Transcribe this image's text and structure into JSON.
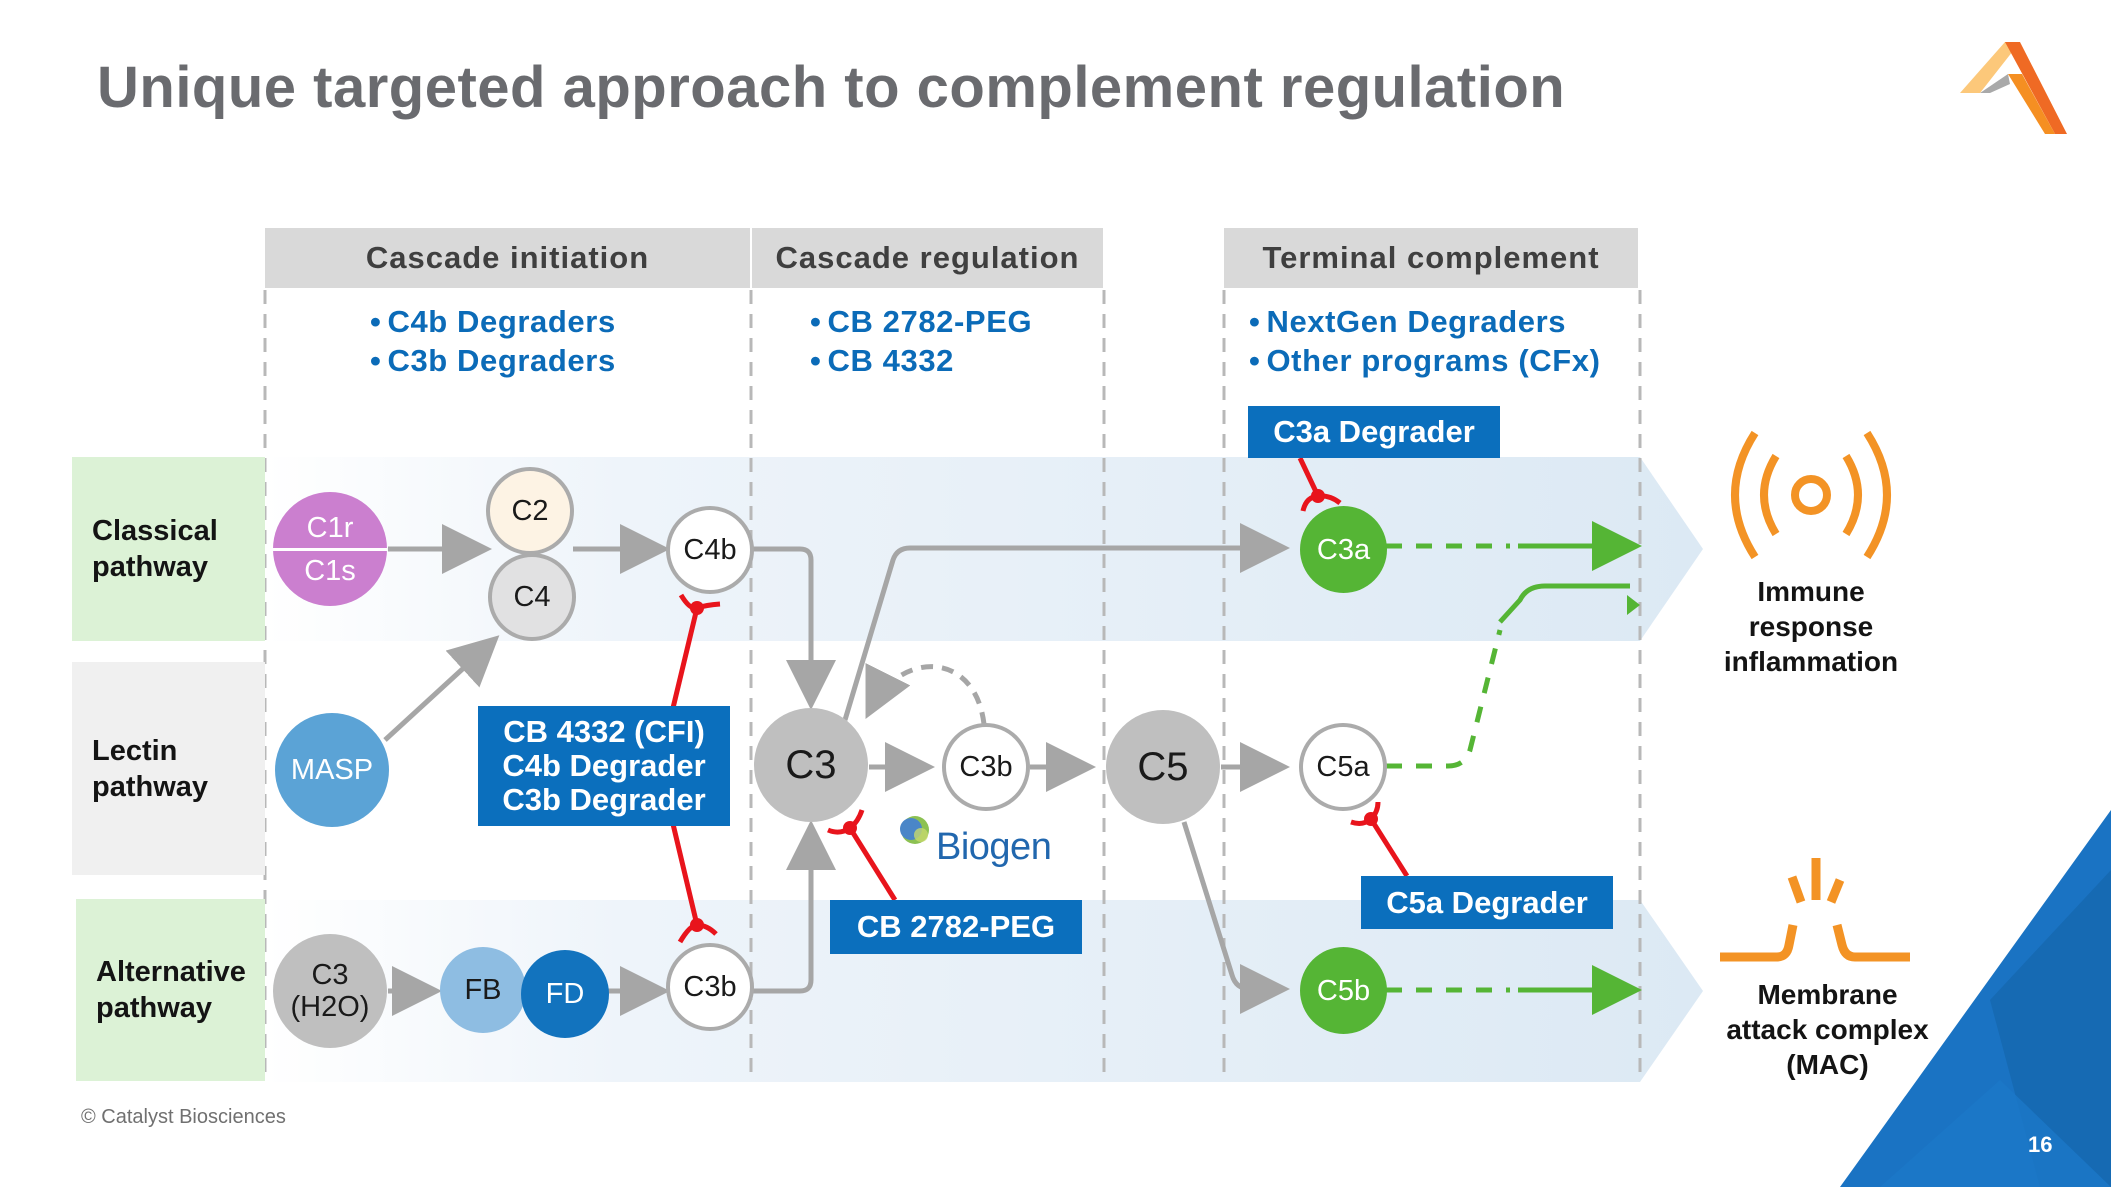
{
  "title": "Unique targeted approach to complement regulation",
  "columns": [
    {
      "header": "Cascade initiation",
      "bullets": [
        "C4b Degraders",
        "C3b Degraders"
      ]
    },
    {
      "header": "Cascade regulation",
      "bullets": [
        "CB 2782-PEG",
        "CB 4332"
      ]
    },
    {
      "header": "Terminal complement",
      "bullets": [
        "NextGen Degraders",
        "Other programs (CFx)"
      ]
    }
  ],
  "pathways": [
    {
      "label": "Classical pathway"
    },
    {
      "label": "Lectin pathway"
    },
    {
      "label": "Alternative pathway"
    }
  ],
  "nodes": {
    "c1r": "C1r",
    "c1s": "C1s",
    "c2": "C2",
    "c4": "C4",
    "c4b": "C4b",
    "masp": "MASP",
    "c3_h2o_line1": "C3",
    "c3_h2o_line2": "(H2O)",
    "fb": "FB",
    "fd": "FD",
    "c3b_alt": "C3b",
    "c3": "C3",
    "c3b": "C3b",
    "c5": "C5",
    "c3a": "C3a",
    "c5a": "C5a",
    "c5b": "C5b"
  },
  "drugs": {
    "cb4332_line1": "CB 4332 (CFI)",
    "cb4332_line2": "C4b Degrader",
    "cb4332_line3": "C3b Degrader",
    "cb2782": "CB 2782-PEG",
    "c3a_degrader": "C3a Degrader",
    "c5a_degrader": "C5a Degrader"
  },
  "partner": "Biogen",
  "outcomes": {
    "immune": [
      "Immune",
      "response",
      "inflammation"
    ],
    "mac": [
      "Membrane",
      "attack complex",
      "(MAC)"
    ]
  },
  "colors": {
    "brand_blue": "#0b6fbd",
    "bullet_blue": "#0b6bb8",
    "inhibit_red": "#e8141c",
    "effector_green": "#55b535",
    "outcome_orange": "#f39325",
    "header_gray": "#d9d9d9"
  },
  "footer": "© Catalyst Biosciences",
  "page_number": "16"
}
